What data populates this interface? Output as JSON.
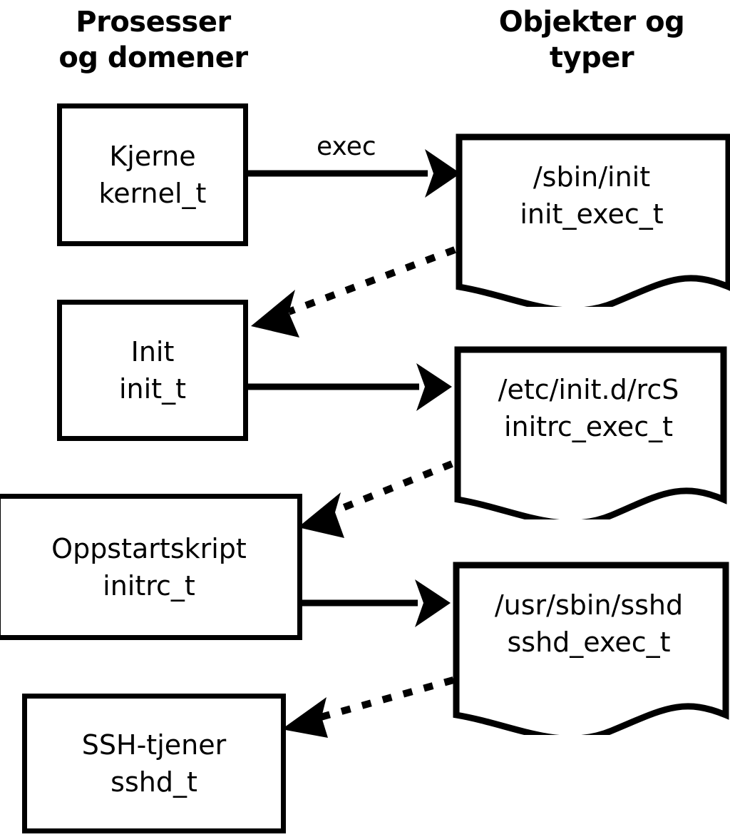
{
  "diagram": {
    "title_left": "Prosesser\nog domener",
    "title_right": "Objekter og\ntyper",
    "stroke_color": "#000000",
    "fill_color": "#ffffff",
    "processes": [
      {
        "id": "kernel",
        "line1": "Kjerne",
        "line2": "kernel_t"
      },
      {
        "id": "init",
        "line1": "Init",
        "line2": "init_t"
      },
      {
        "id": "initrc",
        "line1": "Oppstartskript",
        "line2": "initrc_t"
      },
      {
        "id": "sshd",
        "line1": "SSH-tjener",
        "line2": "sshd_t"
      }
    ],
    "objects": [
      {
        "id": "init_exec",
        "line1": "/sbin/init",
        "line2": "init_exec_t"
      },
      {
        "id": "initrc_exec",
        "line1": "/etc/init.d/rcS",
        "line2": "initrc_exec_t"
      },
      {
        "id": "sshd_exec",
        "line1": "/usr/sbin/sshd",
        "line2": "sshd_exec_t"
      }
    ],
    "edges": [
      {
        "id": "kernel-exec-init",
        "label": "exec",
        "style": "solid",
        "from": "kernel",
        "to": "init_exec"
      },
      {
        "id": "init_exec-transition",
        "label": "",
        "style": "dotted",
        "from": "init_exec",
        "to": "init"
      },
      {
        "id": "init-exec-rcS",
        "label": "",
        "style": "solid",
        "from": "init",
        "to": "initrc_exec"
      },
      {
        "id": "initrc_exec-transition",
        "label": "",
        "style": "dotted",
        "from": "initrc_exec",
        "to": "initrc"
      },
      {
        "id": "initrc-exec-sshd",
        "label": "",
        "style": "solid",
        "from": "initrc",
        "to": "sshd_exec"
      },
      {
        "id": "sshd_exec-transition",
        "label": "",
        "style": "dotted",
        "from": "sshd_exec",
        "to": "sshd"
      }
    ]
  }
}
